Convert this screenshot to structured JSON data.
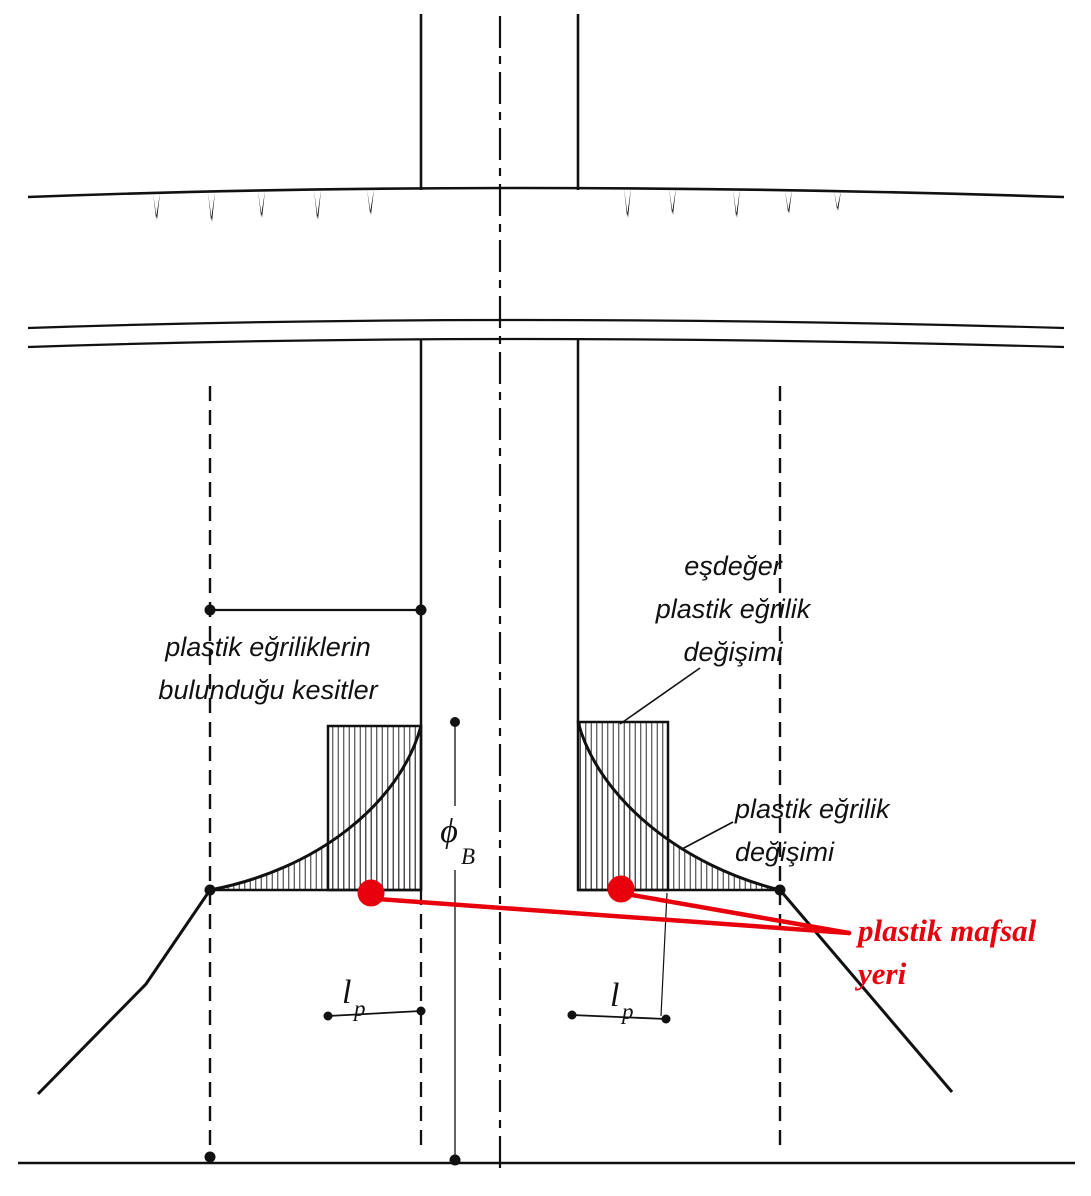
{
  "colors": {
    "ink": "#111111",
    "red": "#e8000d",
    "hatch": "#3f3f3f"
  },
  "labels": {
    "sections": {
      "line1": "plastik eğriliklerin",
      "line2": "bulunduğu kesitler"
    },
    "equivalent": {
      "line1": "eşdeğer",
      "line2": "plastik eğrilik",
      "line3": "değişimi"
    },
    "curvature": {
      "line1": "plastik eğrilik",
      "line2": "değişimi"
    },
    "hinge": {
      "line1": "plastik mafsal",
      "line2": "yeri"
    },
    "phi": {
      "symbol": "ϕ",
      "sub": "B"
    },
    "lp": {
      "symbol": "l",
      "sub": "p"
    }
  }
}
